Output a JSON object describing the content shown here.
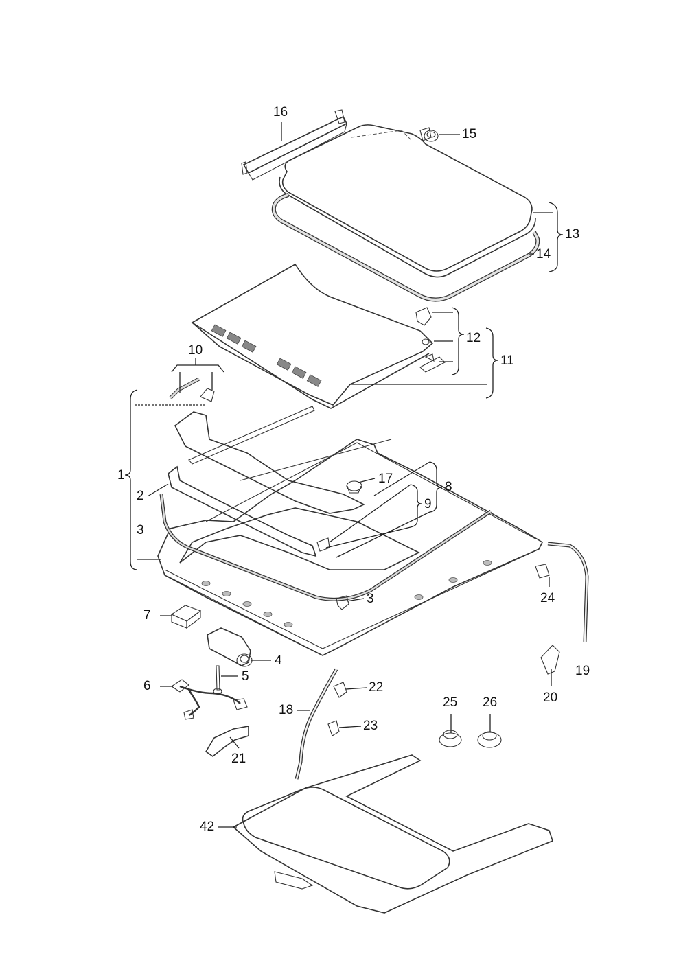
{
  "colors": {
    "glass": "#5f6f7a",
    "glass_light": "#a9b7bf",
    "metal": "#e9e9e9",
    "metal_dark": "#b9b9b9",
    "line": "#333333"
  },
  "labels": {
    "l1": "1",
    "l2": "2",
    "l3a": "3",
    "l3b": "3",
    "l4": "4",
    "l5": "5",
    "l6": "6",
    "l7": "7",
    "l8": "8",
    "l9": "9",
    "l10": "10",
    "l11": "11",
    "l12": "12",
    "l13": "13",
    "l14": "14",
    "l15": "15",
    "l16": "16",
    "l17": "17",
    "l18": "18",
    "l19": "19",
    "l20": "20",
    "l21": "21",
    "l22": "22",
    "l23": "23",
    "l24": "24",
    "l25": "25",
    "l26": "26",
    "l42": "42"
  }
}
